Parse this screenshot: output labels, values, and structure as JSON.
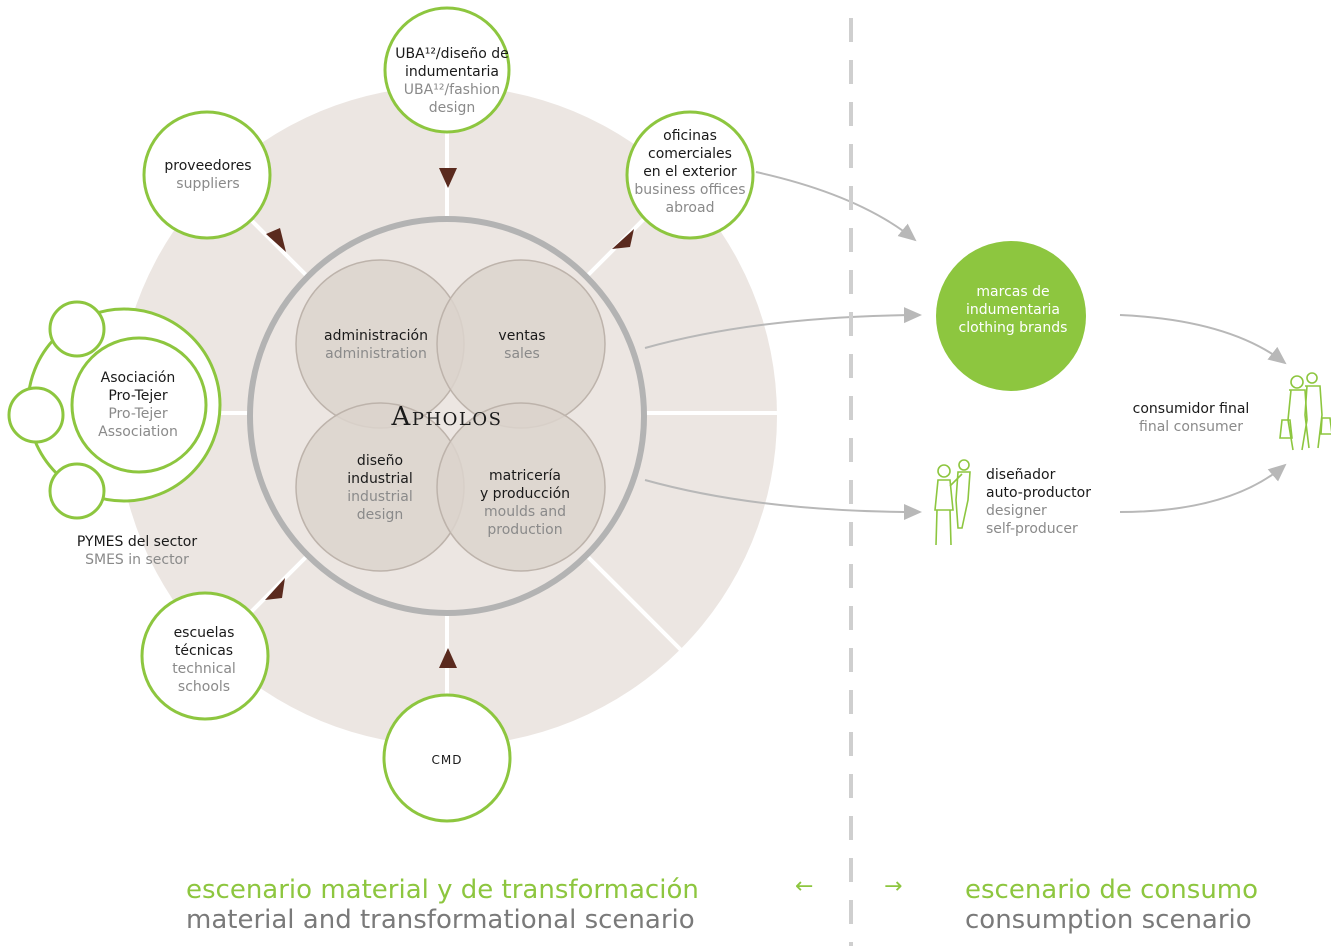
{
  "center": {
    "name": "Apholos"
  },
  "quadrants": [
    {
      "es": "administración",
      "en": "administration"
    },
    {
      "es": "ventas",
      "en": "sales"
    },
    {
      "es_lines": [
        "diseño",
        "industrial"
      ],
      "en_lines": [
        "industrial",
        "design"
      ]
    },
    {
      "es_lines": [
        "matricería",
        "y producción"
      ],
      "en_lines": [
        "moulds and",
        "production"
      ]
    }
  ],
  "uba": {
    "es_lines": [
      "UBA¹²/diseño de",
      "indumentaria"
    ],
    "en_lines": [
      "UBA¹²/fashion",
      "design"
    ]
  },
  "proveedores": {
    "es": "proveedores",
    "en": "suppliers"
  },
  "oficinas": {
    "es_lines": [
      "oficinas",
      "comerciales",
      "en el exterior"
    ],
    "en_lines": [
      "business offices",
      "abroad"
    ]
  },
  "protejer": {
    "es_lines": [
      "Asociación",
      "Pro-Tejer"
    ],
    "en_lines": [
      "Pro-Tejer",
      "Association"
    ]
  },
  "pymes": {
    "es": "PYMES del sector",
    "en": "SMES in sector"
  },
  "escuelas": {
    "es_lines": [
      "escuelas",
      "técnicas"
    ],
    "en_lines": [
      "technical",
      "schools"
    ]
  },
  "cmd": {
    "label": "CMD"
  },
  "marcas": {
    "es_lines": [
      "marcas de",
      "indumentaria"
    ],
    "en": "clothing brands"
  },
  "disenador": {
    "es_lines": [
      "diseñador",
      "auto-productor"
    ],
    "en_lines": [
      "designer",
      "self-producer"
    ]
  },
  "consumidor": {
    "es": "consumidor final",
    "en": "final consumer"
  },
  "scenarios": {
    "left": {
      "es": "escenario material y de transformación",
      "en": "material and transformational scenario"
    },
    "right": {
      "es": "escenario de consumo",
      "en": "consumption scenario"
    },
    "arrow_left": "←",
    "arrow_right": "→"
  },
  "colors": {
    "green": "#8dc63f",
    "beige": "#ece6e2",
    "quad": "#dcd3cc",
    "ring": "#b3b3b3",
    "arrowhead": "#5a2a1e",
    "connector": "#b8b8b8"
  }
}
